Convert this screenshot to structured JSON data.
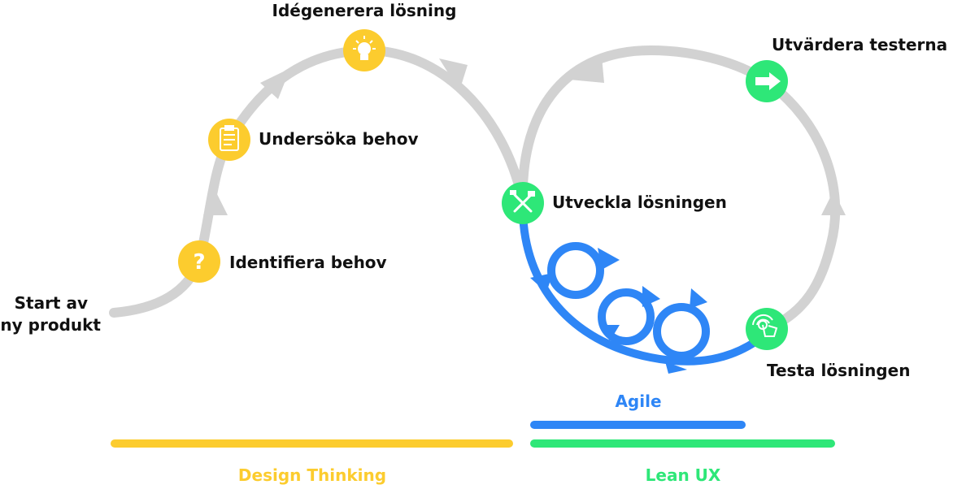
{
  "colors": {
    "track": "#d2d2d2",
    "yellow": "#fccc2e",
    "green": "#2ee778",
    "blue": "#2e86f6",
    "label": "#111111"
  },
  "start": {
    "line1": "Start av",
    "line2": "ny produkt"
  },
  "steps": {
    "identify": {
      "label": "Identifiera behov",
      "icon": "question-mark-icon"
    },
    "research": {
      "label": "Undersöka behov",
      "icon": "clipboard-icon"
    },
    "ideate": {
      "label": "Idégenerera lösning",
      "icon": "lightbulb-icon"
    },
    "develop": {
      "label": "Utveckla lösningen",
      "icon": "tools-icon"
    },
    "evaluate": {
      "label": "Utvärdera testerna",
      "icon": "arrow-right-icon"
    },
    "test": {
      "label": "Testa lösningen",
      "icon": "touch-icon"
    }
  },
  "legend": {
    "agile": "Agile",
    "design_thinking": "Design Thinking",
    "lean_ux": "Lean UX"
  }
}
